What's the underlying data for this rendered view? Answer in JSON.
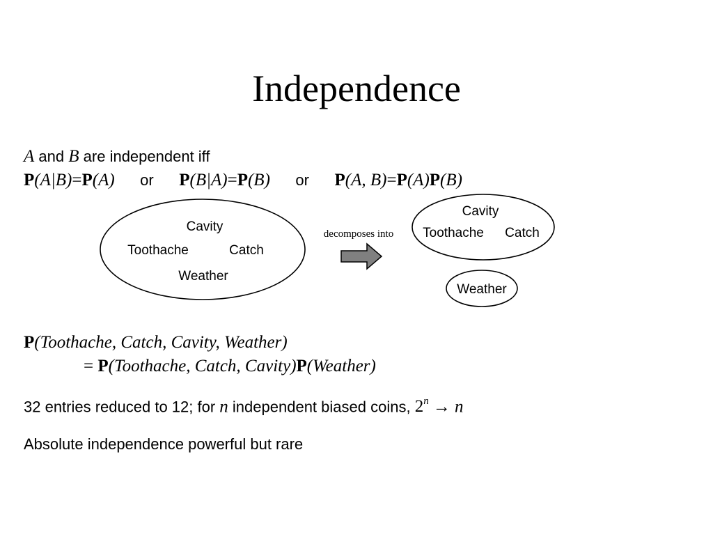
{
  "slide": {
    "title": "Independence"
  },
  "definition": {
    "var_a": "A",
    "and_word": "and",
    "var_b": "B",
    "rest": "are independent iff",
    "eq1": {
      "lhs_p": "P",
      "lhs_args": "(A|B)",
      "eq": "=",
      "rhs_p": "P",
      "rhs_args": "(A)"
    },
    "or1": "or",
    "eq2": {
      "lhs_p": "P",
      "lhs_args": "(B|A)",
      "eq": "=",
      "rhs_p": "P",
      "rhs_args": "(B)"
    },
    "or2": "or",
    "eq3": {
      "lhs_p": "P",
      "lhs_args": "(A, B)",
      "eq": "=",
      "rhs_p1": "P",
      "rhs_args1": "(A)",
      "rhs_p2": "P",
      "rhs_args2": "(B)"
    }
  },
  "diagram": {
    "left_group": [
      "Cavity",
      "Toothache",
      "Catch",
      "Weather"
    ],
    "arrow_label": "decomposes into",
    "right_group_top": [
      "Cavity",
      "Toothache",
      "Catch"
    ],
    "right_group_bottom": [
      "Weather"
    ]
  },
  "joint": {
    "p1": "P",
    "args1": "(Toothache, Catch, Cavity, Weather)",
    "eq": "=",
    "p2": "P",
    "args2": "(Toothache, Catch, Cavity)",
    "p3": "P",
    "args3": "(Weather)"
  },
  "reduction": {
    "text": "32 entries reduced to 12; for",
    "var_n": "n",
    "text2": "independent biased coins,",
    "base": "2",
    "exp": "n",
    "arrow": "→",
    "result": "n"
  },
  "conclusion": {
    "text": "Absolute independence powerful but rare"
  }
}
